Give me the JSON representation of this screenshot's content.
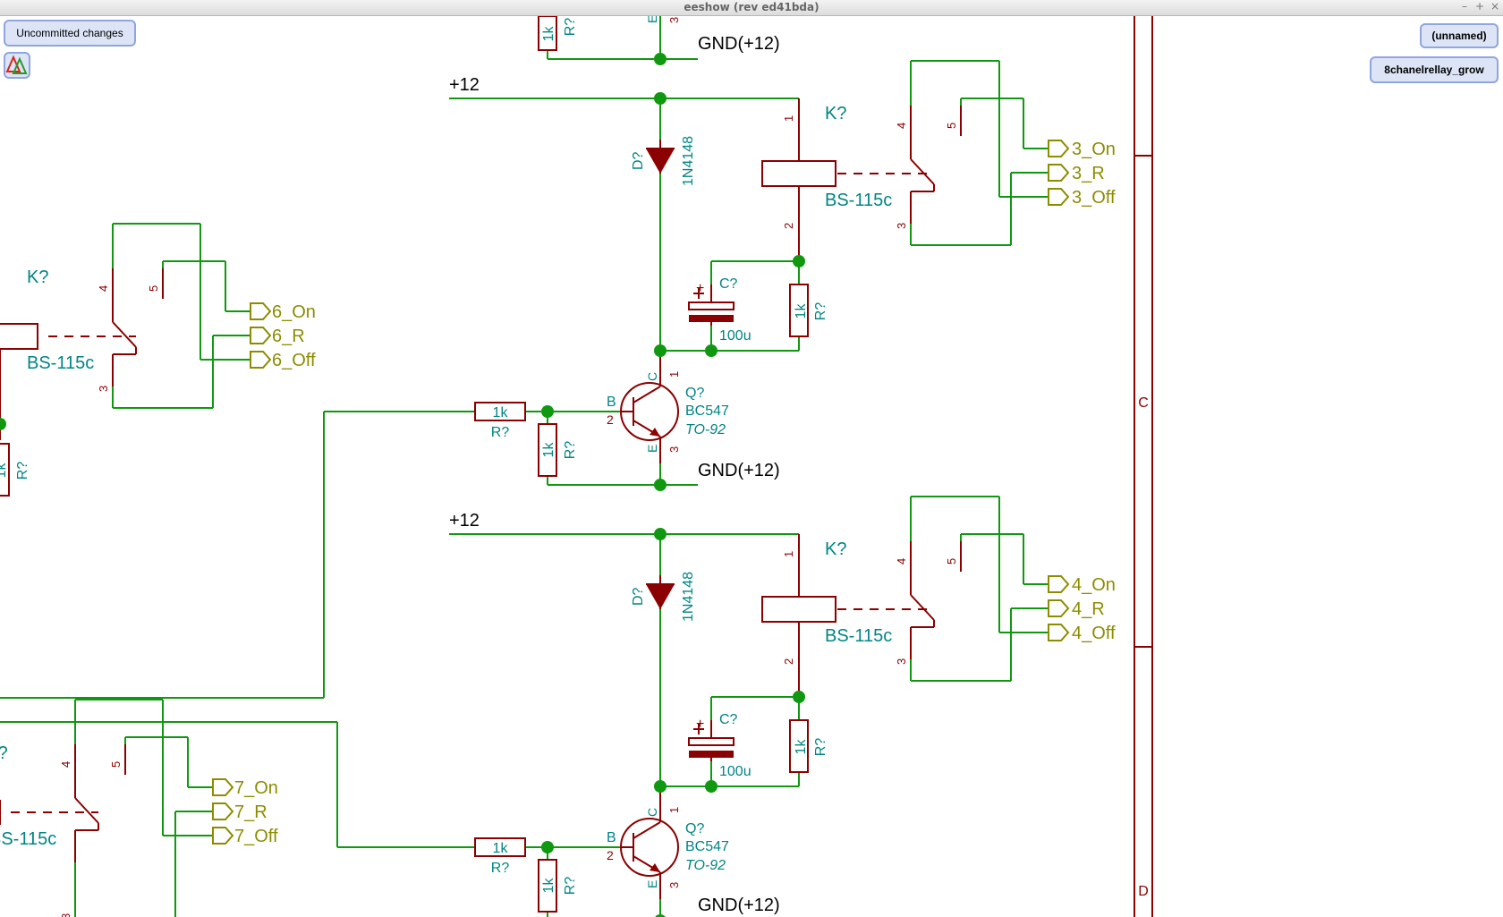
{
  "window": {
    "title": "eeshow (rev ed41bda)",
    "min": "–",
    "max": "+",
    "close": "×"
  },
  "overlay": {
    "uncommitted": "Uncommitted changes",
    "sheet_unnamed": "(unnamed)",
    "sheet_name": "8chanelrellay_grow"
  },
  "schematic": {
    "gnd": "GND(+12)",
    "vplus": "+12",
    "relay_ref": "K?",
    "relay_val": "BS-115c",
    "diode_ref": "D?",
    "diode_val": "1N4148",
    "cap_ref": "C?",
    "cap_val": "100u",
    "cap_plus": "+",
    "res_ref": "R?",
    "res_val": "1k",
    "q_ref": "Q?",
    "q_val": "BC547",
    "q_pkg": "TO-92",
    "pin_b": "B",
    "pin_c": "C",
    "pin_e": "E",
    "n1": "1",
    "n2": "2",
    "n3": "3",
    "n4": "4",
    "n5": "5",
    "lbl_3on": "3_On",
    "lbl_3r": "3_R",
    "lbl_3off": "3_Off",
    "lbl_4on": "4_On",
    "lbl_4r": "4_R",
    "lbl_4off": "4_Off",
    "lbl_6on": "6_On",
    "lbl_6r": "6_R",
    "lbl_6off": "6_Off",
    "lbl_7on": "7_On",
    "lbl_7r": "7_R",
    "lbl_7off": "7_Off",
    "frame_c": "C",
    "frame_d": "D",
    "k_partial": "K?",
    "bs_partial": "BS-115c",
    "k_partial2": "<?"
  },
  "colors": {
    "wire": "#109810",
    "part": "#8b0000",
    "ref": "#008484",
    "label": "#8c8c00",
    "junction": "#109810"
  }
}
